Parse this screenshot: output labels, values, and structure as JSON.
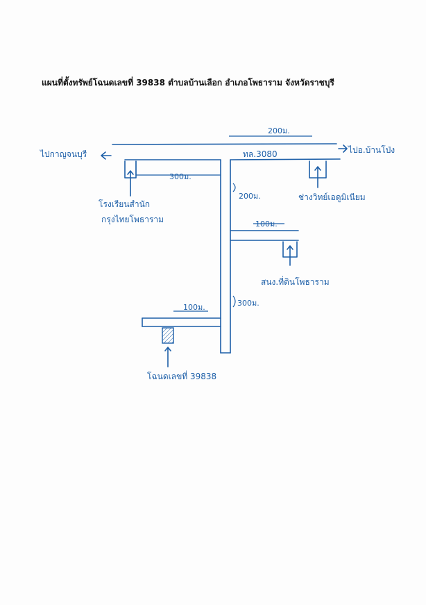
{
  "title": "แผนที่ตั้งทรัพย์โฉนดเลขที่ 39838 ตำบลบ้านเลือก อำเภอโพธาราม จังหวัดราชบุรี",
  "labels": {
    "to_kanchanaburi": "ไปกาญจนบุรี",
    "to_ban_pong": "ไปอ.บ้านโป่ง",
    "highway": "ทล.3080",
    "dist_200_top": "200ม.",
    "dist_300_left": "300ม.",
    "bank": "โรงเรียนสำนัก",
    "bank_line2": "กรุงไทยโพธาราม",
    "dist_200_vertical": "200ม.",
    "mechanic_shop": "ช่างวิทย์เอดูมิเนียม",
    "dist_100_mid": "100ม.",
    "land_office": "สนง.ที่ดินโพธาราม",
    "dist_300_vertical": "300ม.",
    "dist_100_bottom": "100ม.",
    "deed_no": "โฉนดเลขที่ 39838"
  },
  "colors": {
    "ink": "#1d5fa8",
    "text": "#111111",
    "paper": "#fdfdfd"
  }
}
